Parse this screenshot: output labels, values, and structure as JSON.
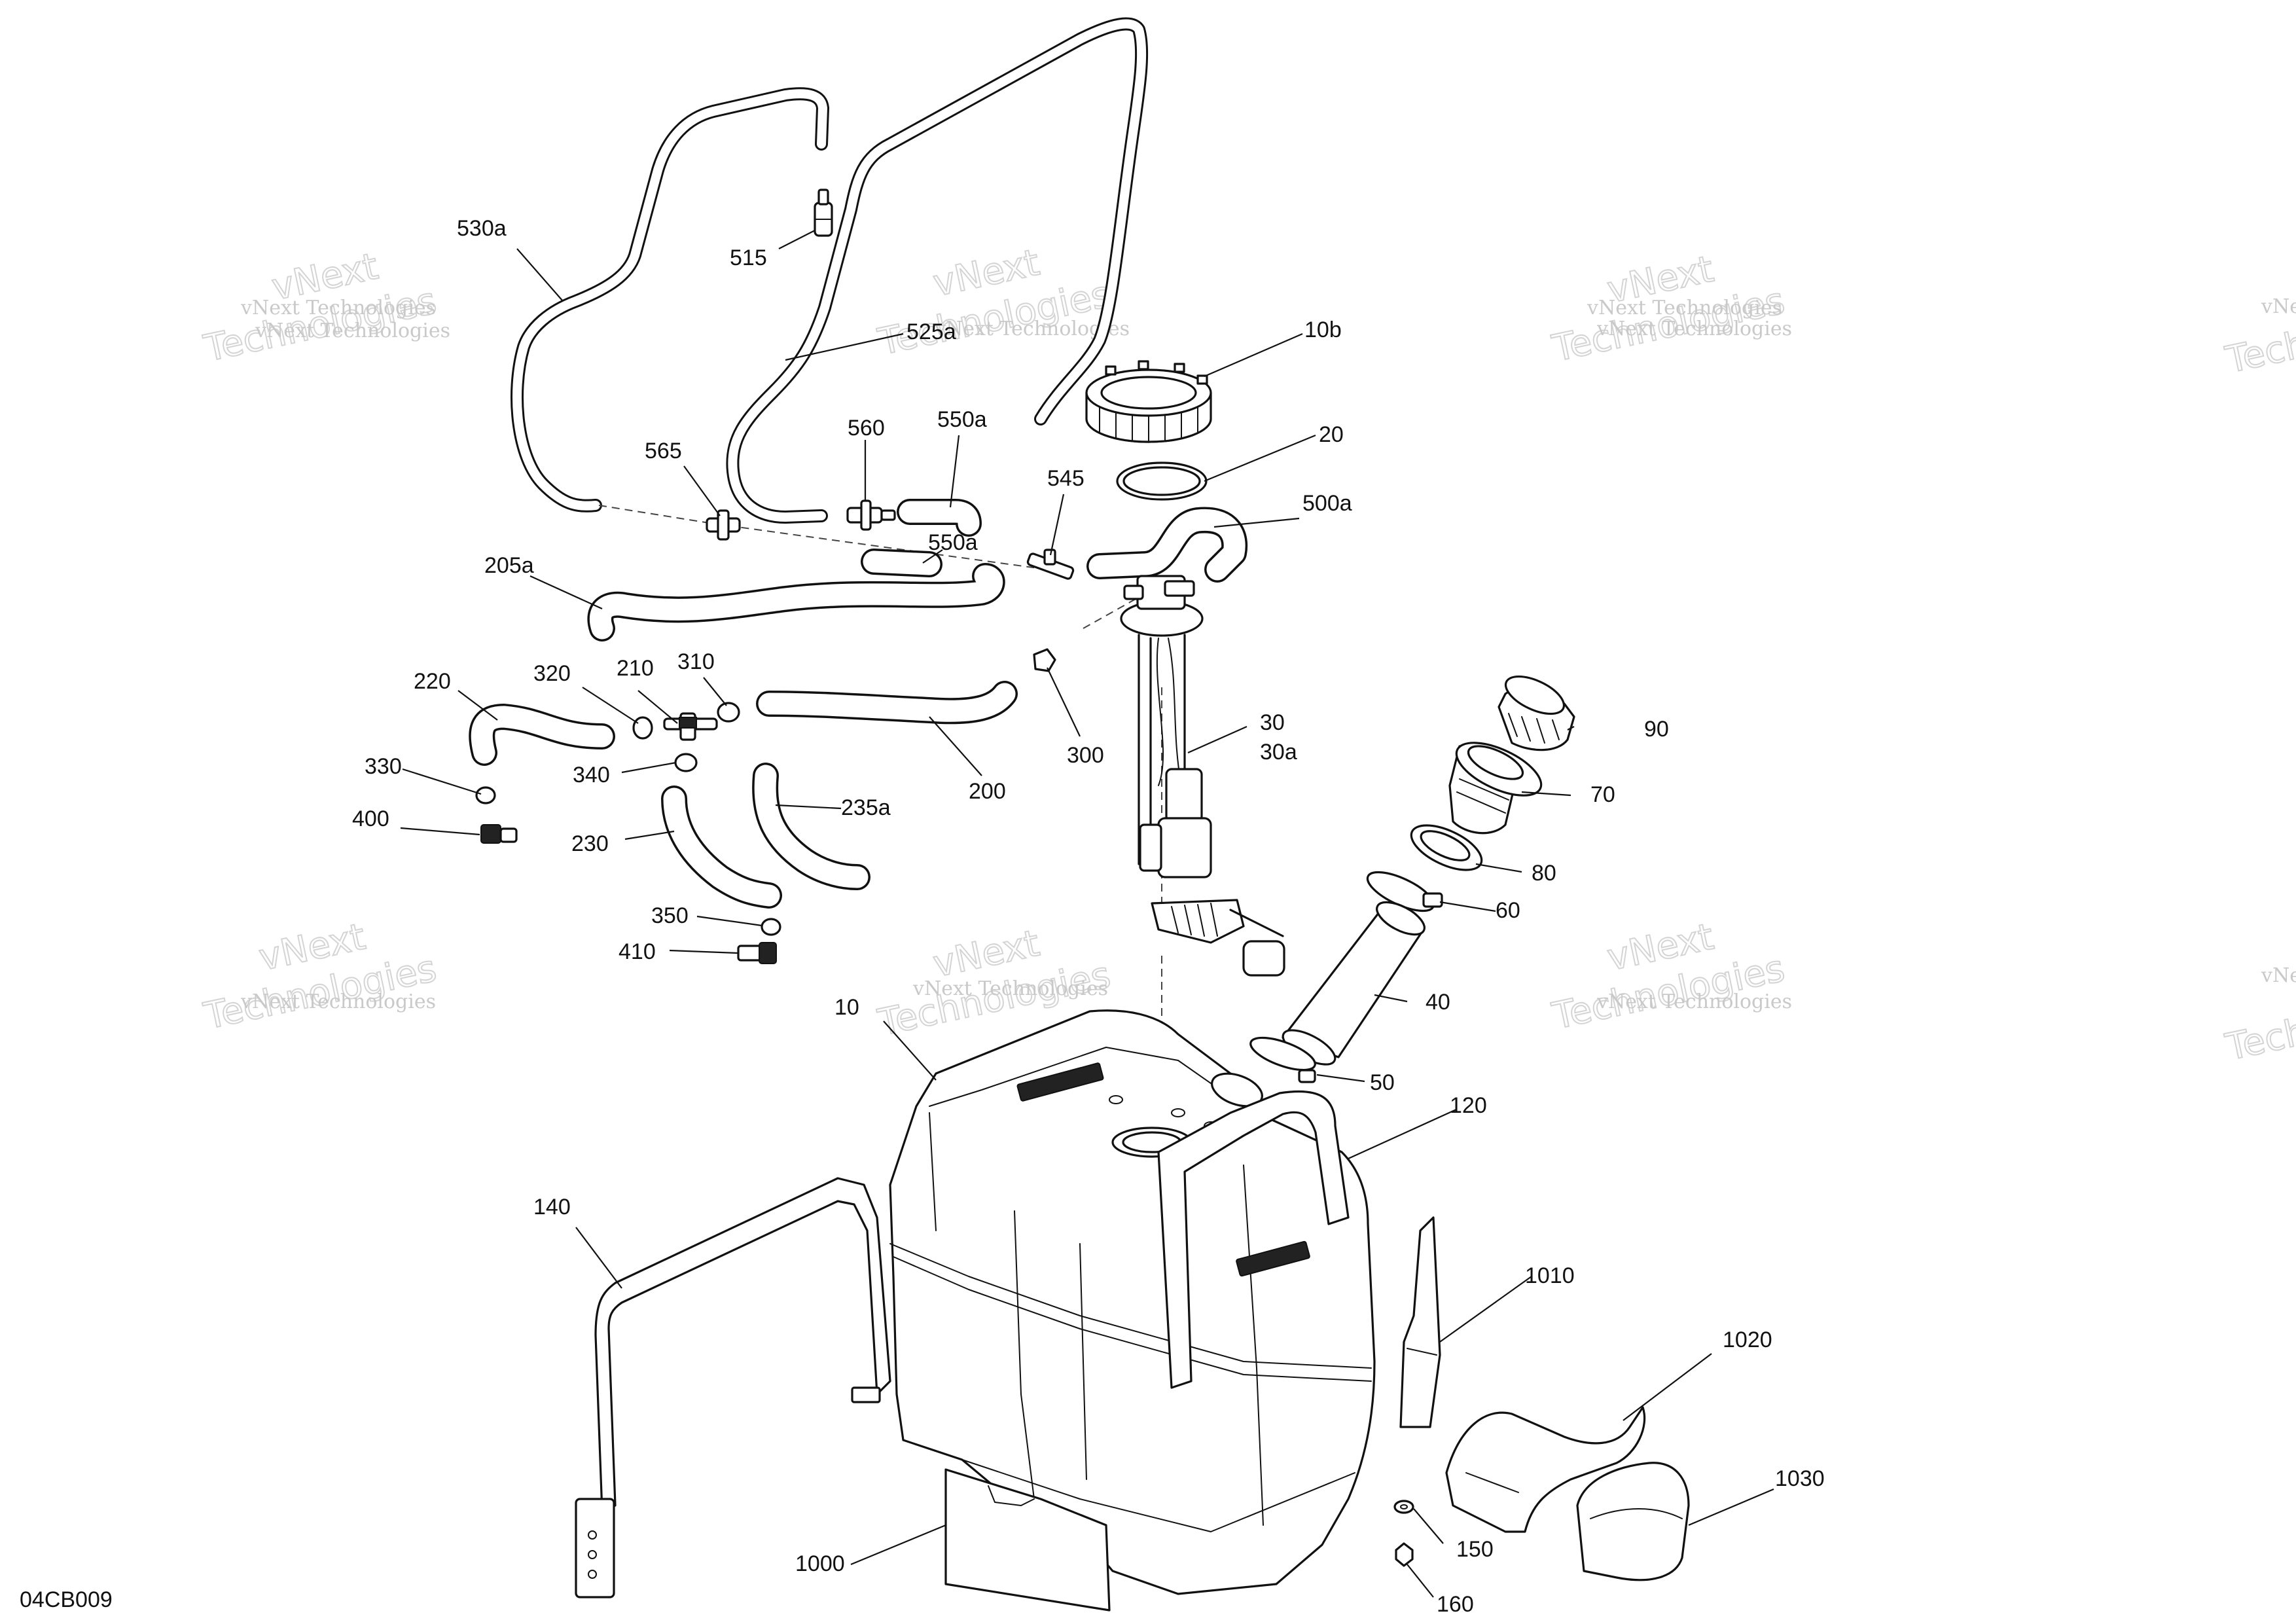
{
  "diagram": {
    "reference_code": "04CB009",
    "watermark": {
      "line1": "vNext Technologies",
      "line2": "vNext",
      "line3": "Technologies"
    },
    "callouts": [
      {
        "id": "530a",
        "label": "530a"
      },
      {
        "id": "515",
        "label": "515"
      },
      {
        "id": "525a",
        "label": "525a"
      },
      {
        "id": "10b",
        "label": "10b"
      },
      {
        "id": "20",
        "label": "20"
      },
      {
        "id": "565",
        "label": "565"
      },
      {
        "id": "560",
        "label": "560"
      },
      {
        "id": "550a-1",
        "label": "550a"
      },
      {
        "id": "545",
        "label": "545"
      },
      {
        "id": "500a",
        "label": "500a"
      },
      {
        "id": "550a-2",
        "label": "550a"
      },
      {
        "id": "205a",
        "label": "205a"
      },
      {
        "id": "220",
        "label": "220"
      },
      {
        "id": "320",
        "label": "320"
      },
      {
        "id": "210",
        "label": "210"
      },
      {
        "id": "310",
        "label": "310"
      },
      {
        "id": "300",
        "label": "300"
      },
      {
        "id": "30",
        "label": "30"
      },
      {
        "id": "30a",
        "label": "30a"
      },
      {
        "id": "90",
        "label": "90"
      },
      {
        "id": "330",
        "label": "330"
      },
      {
        "id": "340",
        "label": "340"
      },
      {
        "id": "200",
        "label": "200"
      },
      {
        "id": "70",
        "label": "70"
      },
      {
        "id": "235a",
        "label": "235a"
      },
      {
        "id": "400",
        "label": "400"
      },
      {
        "id": "230",
        "label": "230"
      },
      {
        "id": "80",
        "label": "80"
      },
      {
        "id": "60",
        "label": "60"
      },
      {
        "id": "350",
        "label": "350"
      },
      {
        "id": "410",
        "label": "410"
      },
      {
        "id": "40",
        "label": "40"
      },
      {
        "id": "10",
        "label": "10"
      },
      {
        "id": "50",
        "label": "50"
      },
      {
        "id": "120",
        "label": "120"
      },
      {
        "id": "140",
        "label": "140"
      },
      {
        "id": "1010",
        "label": "1010"
      },
      {
        "id": "1020",
        "label": "1020"
      },
      {
        "id": "1030",
        "label": "1030"
      },
      {
        "id": "1000",
        "label": "1000"
      },
      {
        "id": "150",
        "label": "150"
      },
      {
        "id": "160",
        "label": "160"
      }
    ]
  }
}
